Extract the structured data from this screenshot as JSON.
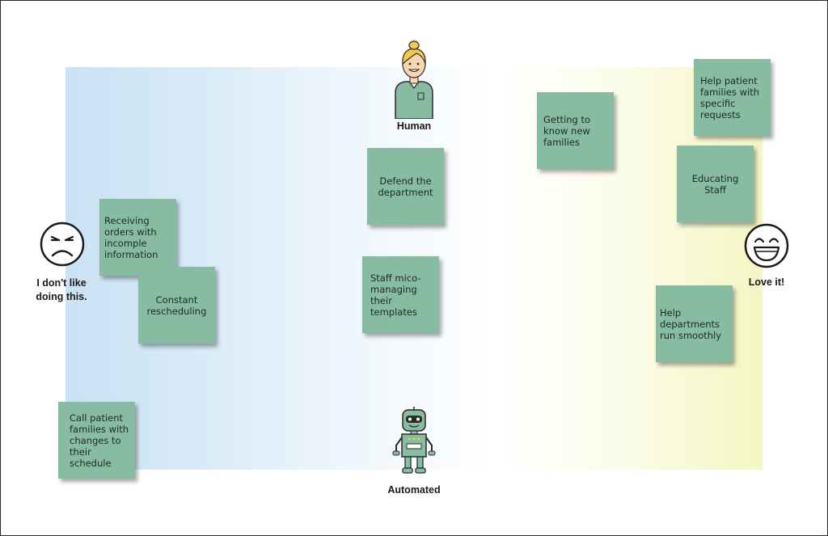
{
  "axis": {
    "top_label": "Human",
    "bottom_label": "Automated",
    "left_label": "I don't like doing this.",
    "right_label": "Love it!"
  },
  "icons": {
    "top": "human-icon",
    "bottom": "robot-icon",
    "left": "sad-face-icon",
    "right": "happy-face-icon"
  },
  "colors": {
    "note": "#87bba2",
    "left_gradient": "#c9e2f4",
    "right_gradient": "#f4f6c4"
  },
  "notes": [
    "Receiving orders with incomple information",
    "Constant rescheduling",
    "Call patient families with changes to their schedule",
    "Defend the department",
    "Staff mico-managing their templates",
    "Getting to know new families",
    "Help patient families with specific requests",
    "Educating Staff",
    "Help departments run smoothly"
  ]
}
